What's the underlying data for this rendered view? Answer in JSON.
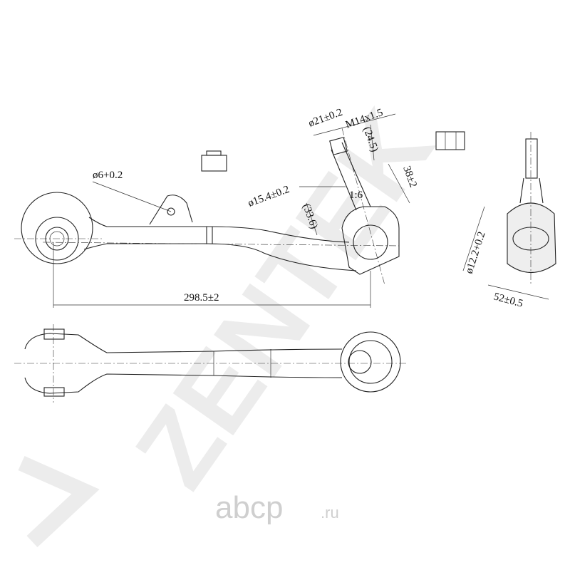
{
  "watermark": {
    "brand": "ZENTEK"
  },
  "logo": {
    "name": "abcp",
    "suffix": ".ru"
  },
  "dimensions": {
    "hole_diameter": "ø6+0.2",
    "length": "298.5±2",
    "ball_diameter": "ø15.4±0.2",
    "stud_diameter": "ø21±0.2",
    "thread": "M14x1.5",
    "thread_length": "(24.5)",
    "stud_height": "38±2",
    "taper": "1:6",
    "taper_length": "(33.6)",
    "bushing_bore": "ø12.2+0.2",
    "bushing_width": "52±0.5"
  }
}
